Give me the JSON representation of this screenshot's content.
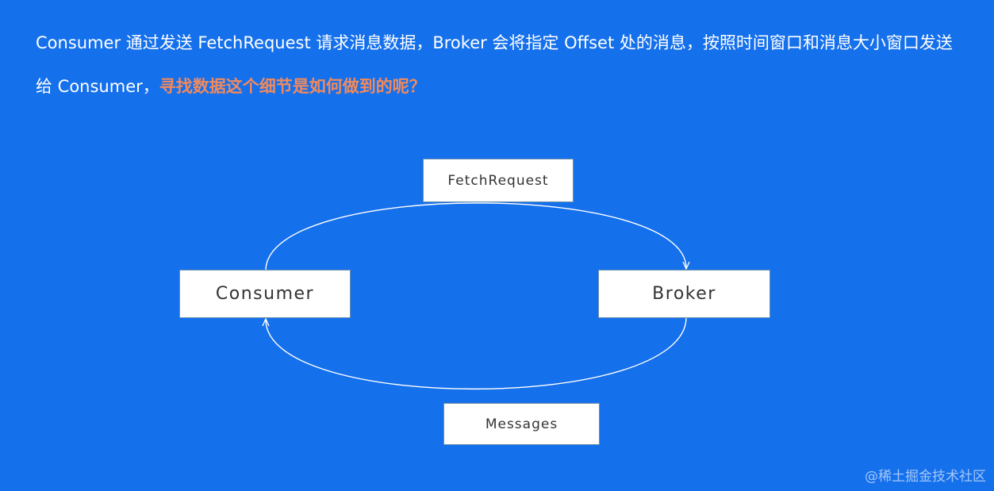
{
  "intro": {
    "text_before": "Consumer 通过发送 FetchRequest 请求消息数据，Broker 会将指定 Offset 处的消息，按照时间窗口和消息大小窗口发送给 Consumer，",
    "highlight": "寻找数据这个细节是如何做到的呢？"
  },
  "diagram": {
    "request_label": "FetchRequest",
    "consumer_label": "Consumer",
    "broker_label": "Broker",
    "messages_label": "Messages"
  },
  "watermark": "@稀土掘金技术社区",
  "colors": {
    "background": "#1570EC",
    "highlight": "#F08A5D",
    "box": "#FFFFFF",
    "arrow": "#FFFFFF"
  }
}
